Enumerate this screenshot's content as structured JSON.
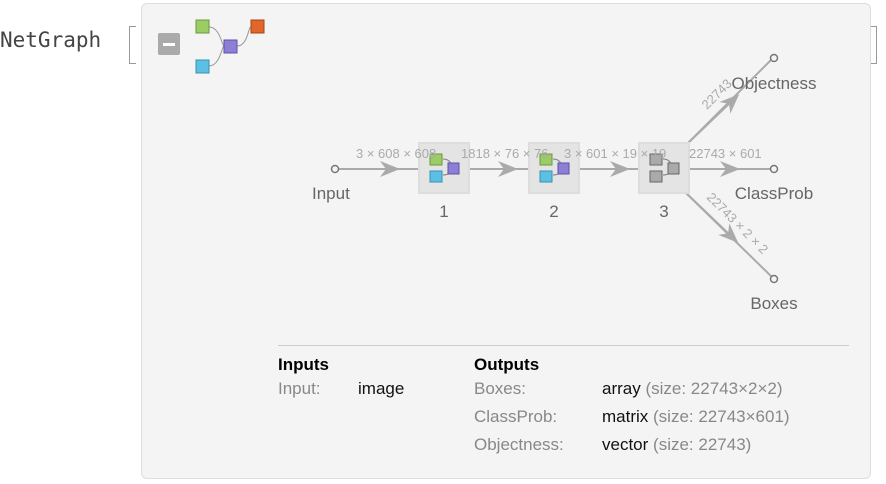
{
  "head": "NetGraph",
  "graph": {
    "input": "Input",
    "nodes": [
      "1",
      "2",
      "3"
    ],
    "edges": [
      "3 × 608 × 608",
      "1818 × 76 × 76",
      "3 × 601 × 19 × 19",
      "22743 × 601",
      "22743",
      "22743 × 2 × 2"
    ],
    "outputs": [
      "Objectness",
      "ClassProb",
      "Boxes"
    ]
  },
  "inputs": {
    "title": "Inputs",
    "rows": [
      {
        "name": "Input:",
        "type": "image",
        "size": ""
      }
    ]
  },
  "outputs": {
    "title": "Outputs",
    "rows": [
      {
        "name": "Boxes:",
        "type": "array",
        "size": "(size: 22743×2×2)"
      },
      {
        "name": "ClassProb:",
        "type": "matrix",
        "size": "(size: 22743×601)"
      },
      {
        "name": "Objectness:",
        "type": "vector",
        "size": "(size: 22743)"
      }
    ]
  },
  "colors": {
    "green": "#9ccc65",
    "blue": "#5bc0e3",
    "purple": "#8e7fd6",
    "orange": "#e0662a",
    "gray": "#aaaaaa"
  }
}
